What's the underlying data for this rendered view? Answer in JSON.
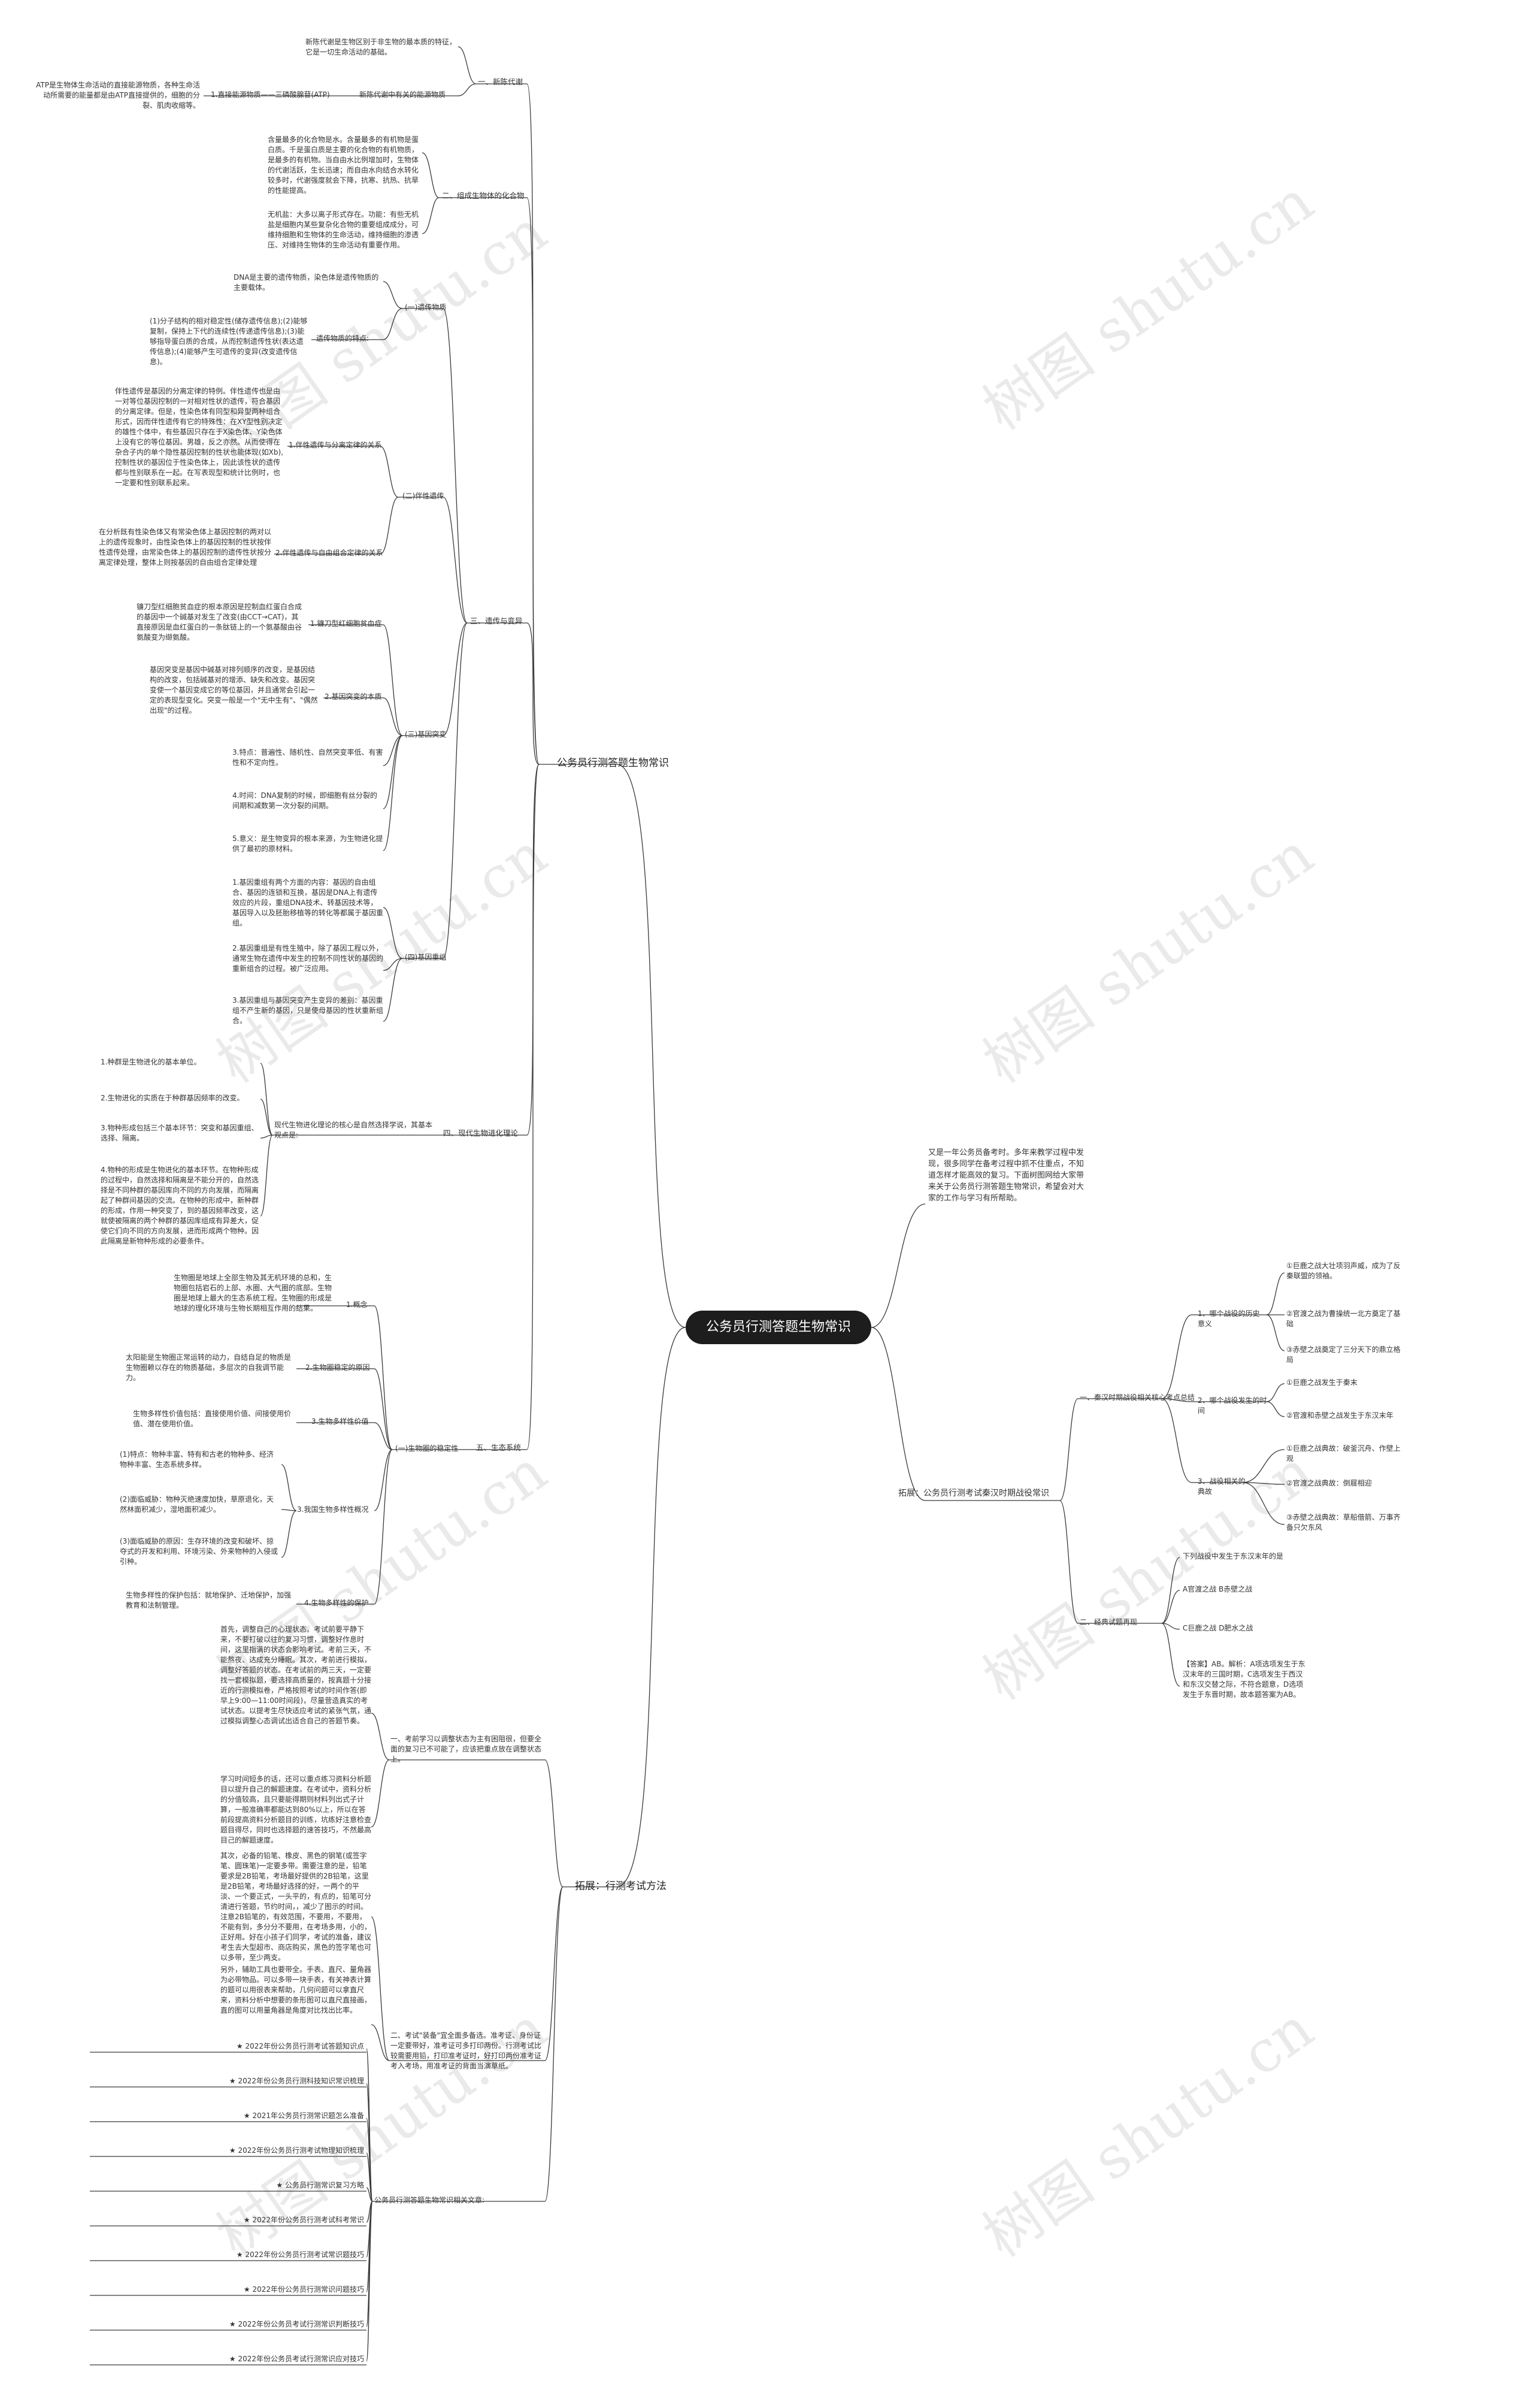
{
  "root": "公务员行测答题生物常识",
  "watermark": "树图 shutu.cn",
  "left": {
    "branch1": {
      "label": "公务员行测答题生物常识",
      "s1": {
        "label": "一、新陈代谢",
        "n1": "新陈代谢是生物区别于非生物的最本质的特征，它是一切生命活动的基础。",
        "n2": "新陈代谢中有关的能源物质",
        "n3": "1.直接能源物质——三磷酸腺苷(ATP)",
        "n4": "ATP是生物体生命活动的直接能源物质，各种生命活动所需要的能量都是由ATP直接提供的，细胞的分裂、肌肉收缩等。"
      },
      "s2": {
        "label": "二、组成生物体的化合物",
        "n1": "含量最多的化合物是水。含量最多的有机物是蛋白质。千是蛋白质是主要的化合物的有机物质，是最多的有机物。当自由水比例增加时，生物体的代谢活跃，生长迅速；而自由水向结合水转化较多时，代谢强度就会下降，抗寒、抗热、抗旱的性能提高。",
        "n2": "无机盐：大多以离子形式存在。功能：有些无机盐是细胞内某些复杂化合物的重要组成成分，可维持细胞和生物体的生命活动，维持细胞的渗透压、对维持生物体的生命活动有重要作用。"
      },
      "s3": {
        "label": "三、遗传与变异",
        "g1": {
          "label": "(一)遗传物质",
          "n1": "DNA是主要的遗传物质，染色体是遗传物质的主要载体。",
          "n2": "遗传物质的特点:",
          "n3": "(1)分子结构的相对稳定性(储存遗传信息);(2)能够复制，保持上下代的连续性(传递遗传信息);(3)能够指导蛋白质的合成，从而控制遗传性状(表达遗传信息);(4)能够产生可遗传的变异(改变遗传信息)。"
        },
        "g2": {
          "label": "(二)伴性遗传",
          "n1": "1.伴性遗传与分离定律的关系",
          "n2": "伴性遗传是基因的分离定律的特例。伴性遗传也是由一对等位基因控制的一对相对性状的遗传，符合基因的分离定律。但是，性染色体有同型和异型两种组合形式，因而伴性遗传有它的特殊性：在XY型性别决定的雄性个体中，有些基因只存在于X染色体、Y染色体上没有它的等位基因。男雄，反之亦然。从而使得在杂合子内的单个隐性基因控制的性状也能体现(如Xb),控制性状的基因位于性染色体上，因此该性状的遗传都与性别联系在一起。在写表现型和统计比例时，也一定要和性别联系起来。",
          "n3": "2.伴性遗传与自由组合定律的关系",
          "n4": "在分析既有性染色体又有常染色体上基因控制的两对以上的遗传现象时，由性染色体上的基因控制的性状按伴性遗传处理，由常染色体上的基因控制的遗传性状按分离定律处理，整体上则按基因的自由组合定律处理"
        },
        "g3": {
          "label": "(三)基因突变",
          "n1": "1.镰刀型红细胞贫血症",
          "n2": "镰刀型红细胞贫血症的根本原因是控制血红蛋白合成的基因中一个碱基对发生了改变(由CCT→CAT)，其直接原因是血红蛋白的一条肽链上的一个氨基酸由谷氨酸变为缬氨酸。",
          "n3": "2.基因突变的本质",
          "n4": "基因突变是基因中碱基对排列顺序的改变，是基因结构的改变，包括碱基对的增添、缺失和改变。基因突变使一个基因变成它的等位基因，并且通常会引起一定的表现型变化。突变一般是一个\"无中生有\"、\"偶然出现\"的过程。",
          "n5": "3.特点：普遍性、随机性、自然突变率低、有害性和不定向性。",
          "n6": "4.时间：DNA复制的时候，即细胞有丝分裂的间期和减数第一次分裂的间期。",
          "n7": "5.意义：是生物变异的根本来源，为生物进化提供了最初的原材料。"
        },
        "g4": {
          "label": "(四)基因重组",
          "n1": "1.基因重组有两个方面的内容：基因的自由组合、基因的连锁和互换，基因是DNA上有遗传效应的片段，重组DNA技术、转基因技术等，基因导入以及胚胎移植等的转化等都属于基因重组。",
          "n2": "2.基因重组是有性生殖中，除了基因工程以外，通常生物在遗传中发生的控制不同性状的基因的重新组合的过程。被广泛应用。",
          "n3": "3.基因重组与基因突变产生变异的差别：基因重组不产生新的基因，只是使母基因的性状重新组合。"
        }
      },
      "s4": {
        "label": "四、现代生物进化理论",
        "n0": "现代生物进化理论的核心是自然选择学说，其基本观点是:",
        "n1": "1.种群是生物进化的基本单位。",
        "n2": "2.生物进化的实质在于种群基因频率的改变。",
        "n3": "3.物种形成包括三个基本环节：突变和基因重组、选择、隔离。",
        "n4": "4.物种的形成是生物进化的基本环节。在物种形成的过程中，自然选择和隔离是不能分开的，自然选择是不同种群的基因库向不同的方向发展，而隔离起了种群间基因的交流。在物种的形成中，新种群的形成，作用一种突变了，到的基因频率改变，这就使被隔离的两个种群的基因库组成有异差大，促使它们向不同的方向发展，进而形成两个物种。因此隔离是新物种形成的必要条件。"
      },
      "s5": {
        "label": "五、生态系统",
        "g": {
          "label": "(一)生物圈的稳定性",
          "a1": "1.概念",
          "a1t": "生物圈是地球上全部生物及其无机环境的总和，生物圈包括岩石的上部、水圈、大气圈的底部。生物圈是地球上最大的生态系统工程。生物圈的形成是地球的理化环境与生物长期相互作用的结果。",
          "a2": "2.生物圈稳定的原因",
          "a2t": "太阳能是生物圈正常运转的动力，自结自足的物质是生物圈赖以存在的物质基础，多层次的自我调节能力。",
          "a3": "3.生物多样性价值",
          "a3t": "生物多样性价值包括：直接使用价值、间接使用价值、潜在使用价值。",
          "a4": "3.我国生物多样性概况",
          "a4t1": "(1)特点：物种丰富、特有和古老的物种多、经济物种丰富、生态系统多样。",
          "a4t2": "(2)面临威胁：物种灭绝速度加快，草原退化，天然林面积减少，湿地面积减少。",
          "a4t3": "(3)面临威胁的原因：生存环境的改变和破坏、掠夺式的开发和利用、环境污染、外来物种的入侵或引种。",
          "a5": "4.生物多样性的保护",
          "a5t": "生物多样性的保护包括：就地保护、迁地保护，加强教育和法制管理。"
        }
      }
    },
    "branch2": {
      "label": "拓展：行测考试方法",
      "s1": {
        "label": "一、考前学习以调整状态为主有困阻很，但要全面的复习已不可能了，应该把重点放在调整状态上。",
        "t1": "首先，调整自己的心理状态。考试前要平静下来，不要打破以往的复习习惯，调整好作息时间，这里指满的状态会影响考试。考前三天，不能熬夜、达成充分睡眠。其次，考前进行模拟，调整好答题的状态。在考试前的两三天，一定要找一套模拟题，要选择高质量的，按真题十分接近的行测模拟卷，严格按照考试的时间作答(即早上9:00—11:00时间段)，尽量营造真实的考试状态。以提考生尽快适应考试的紧张气氛，通过模拟调整心态调试出适合自己的答题节奏。",
        "t2": "学习时间短多的话，还可以重点练习资料分析题目以提升自己的解题速度。在考试中，资料分析的分值较高，且只要能得期则材料列出式子计算，一般准确率都能达到80%以上，所以在答前段提高资料分析题目的训练，坑练好注意检查题目得尽，同时也选择题的速答技巧，不然最高目己的解题速度。"
      },
      "s2": {
        "label": "二、考试\"装备\"宜全面多备选。准考证、身份证一定要带好，准考证可多打印两份。行测考试比较需要用铅，打印准考证时，好打印两份准考证考入考场，用准考证的背面当演草纸。",
        "t1": "其次，必备的铅笔、橡皮、黑色的钢笔(或签字笔、圆珠笔)一定要多带。需要注意的是，铅笔要求是2B铅笔，考场最好提供的2B铅笔，这里是2B铅笔，考场最好选择的好，一两个的平淡、一个要正式，一头平的，有点的，铅笔可分清进行答题，节约时间，，减少了图示的时间。注意2B铅笔的，有效范围，不要用，不要用，不能有到，多分分不要用，在考场多用，小的，正好用。好在小孩子们同学，考试的准备，建议考生去大型超市、商店购买，黑色的签字笔也可以多带，至少两支。",
        "t2": "另外，辅助工具也要带全。手表、直尺、量角器为必带物品。可以多带一块手表，有关神表计算的题可以用很表来帮助，几何问题可以拿直尺来，资料分析中想要的条形图可以直尺直接画，直的图可以用量角器是角度对比找出比率。"
      },
      "s3": {
        "label": "公务员行测答题生物常识相关文章:",
        "items": [
          "★ 2022年份公务员行测考试答题知识点",
          "★ 2022年份公务员行测科技知识常识梳理",
          "★ 2021年公务员行测常识题怎么准备",
          "★ 2022年份公务员行测考试物理知识梳理",
          "★ 公务员行测常识复习方略",
          "★ 2022年份公务员行测考试科考常识",
          "★ 2022年份公务员行测考试常识题技巧",
          "★ 2022年份公务员行测常识问题技巧",
          "★ 2022年份公务员考试行测常识判断技巧",
          "★ 2022年份公务员考试行测常识应对技巧"
        ]
      }
    }
  },
  "right": {
    "intro": "又是一年公务员备考时。多年来教学过程中发现，很多同学在备考过程中抓不住重点，不知道怎样才能高效的复习。下面树图网给大家带来关于公务员行测答题生物常识，希望会对大家的工作与学习有所帮助。",
    "branch3": {
      "label": "拓展：公务员行测考试秦汉时期战役常识",
      "s1": {
        "label": "一、秦汉时期战役相关核心考点总结",
        "q1": {
          "label": "1、哪个战役的历史意义",
          "items": [
            "①巨鹿之战大壮项羽声威，成为了反秦联盟的领袖。",
            "②官渡之战为曹操统一北方奠定了基础",
            "③赤壁之战奠定了三分天下的鼎立格局"
          ]
        },
        "q2": {
          "label": "2、哪个战役发生的时间",
          "items": [
            "①巨鹿之战发生于秦末",
            "②官渡和赤壁之战发生于东汉末年"
          ]
        },
        "q3": {
          "label": "3、战役相关的典故",
          "items": [
            "①巨鹿之战典故：破釜沉舟、作壁上观",
            "②官渡之战典故：倒屣相迎",
            "③赤壁之战典故：草船借箭、万事齐备只欠东风"
          ]
        }
      },
      "s2": {
        "label": "二、经典试题再现",
        "items": [
          "下列战役中发生于东汉末年的是",
          "A官渡之战 B赤壁之战",
          "C巨鹿之战 D肥水之战",
          "【答案】AB。解析：A项选项发生于东汉末年的三国时期，C选项发生于西汉和东汉交替之际，不符合题意，D选项发生于东晋时期，故本题答案为AB。"
        ]
      }
    }
  }
}
